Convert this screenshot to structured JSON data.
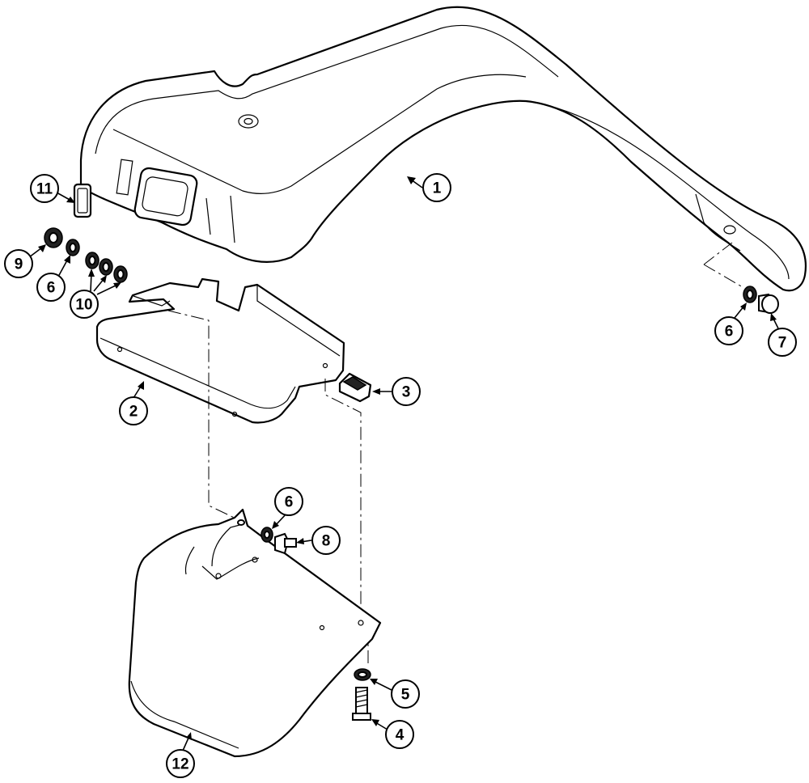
{
  "diagram": {
    "callouts": [
      {
        "id": "c1",
        "label": "1"
      },
      {
        "id": "c2",
        "label": "2"
      },
      {
        "id": "c3",
        "label": "3"
      },
      {
        "id": "c4",
        "label": "4"
      },
      {
        "id": "c5",
        "label": "5"
      },
      {
        "id": "c6a",
        "label": "6"
      },
      {
        "id": "c6b",
        "label": "6"
      },
      {
        "id": "c6c",
        "label": "6"
      },
      {
        "id": "c7",
        "label": "7"
      },
      {
        "id": "c8",
        "label": "8"
      },
      {
        "id": "c9",
        "label": "9"
      },
      {
        "id": "c10",
        "label": "10"
      },
      {
        "id": "c11",
        "label": "11"
      },
      {
        "id": "c12",
        "label": "12"
      }
    ]
  }
}
